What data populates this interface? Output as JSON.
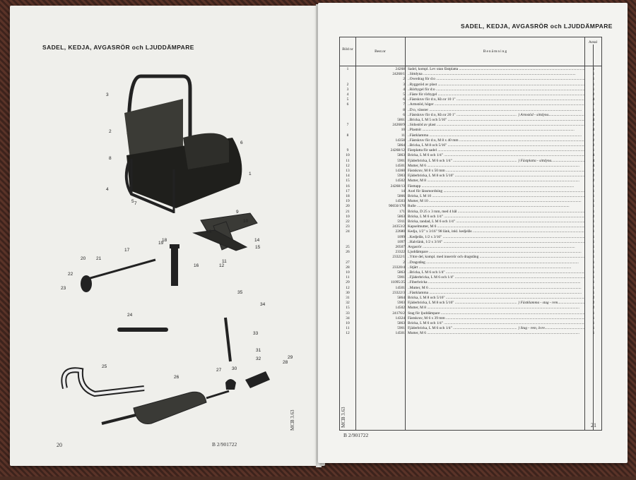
{
  "left_page": {
    "title": "SADEL, KEDJA, AVGASRÖR och LJUDDÄMPARE",
    "page_number": "20",
    "bottom_code": "B 2/901722",
    "side_code": "MCB 3.63",
    "callouts": [
      "1",
      "2",
      "3",
      "4",
      "5",
      "6",
      "7",
      "8",
      "9",
      "10",
      "11",
      "12",
      "13",
      "14",
      "15",
      "16",
      "17",
      "18",
      "19",
      "20",
      "21",
      "22",
      "23",
      "24",
      "25",
      "26",
      "27",
      "28",
      "29",
      "30",
      "31",
      "32",
      "33",
      "34",
      "35"
    ]
  },
  "right_page": {
    "title": "SADEL, KEDJA, AVGASRÖR och LJUDDÄMPARE",
    "page_number": "21",
    "bottom_code": "B 2/901722",
    "side_code": "MCB 3.63",
    "table": {
      "headers": {
        "fig": "Bild nr",
        "part": "Best.nr",
        "desc": "Benämning",
        "qty": "Antal"
      },
      "rows": [
        {
          "fig": "1",
          "part": "24268",
          "desc": "Sadel, kompl. Lev utan fästplatta",
          "qty": "1"
        },
        {
          "fig": "",
          "part": "24268/1",
          "desc": "..Sittdyna",
          "qty": "1"
        },
        {
          "fig": "",
          "part": "2",
          "desc": "..Överdrag för d:o",
          "qty": "1"
        },
        {
          "fig": "2",
          "part": "3",
          "desc": "..Ryggstöd av plast",
          "qty": "1"
        },
        {
          "fig": "3",
          "part": "4",
          "desc": "..Rörbygel för d:o",
          "qty": "1"
        },
        {
          "fig": "4",
          "part": "5",
          "desc": "..Fäste för rörbygel",
          "qty": "2"
        },
        {
          "fig": "5",
          "part": "6",
          "desc": "..Fästskruv för d:o, Kh nr 10 1\"",
          "qty": "4"
        },
        {
          "fig": "6",
          "part": "7",
          "desc": "..Armstöd, höger",
          "qty": "1"
        },
        {
          "fig": "",
          "part": "8",
          "desc": "..D:o, vänster",
          "qty": "1"
        },
        {
          "fig": "",
          "part": "6",
          "desc": "..Fästskruv för d:o, Kh nr 20 1\"",
          "qty": "4"
        },
        {
          "fig": "",
          "part": "5861",
          "desc": "..Bricka, L M 5 och 5/16\"",
          "qty": "4"
        },
        {
          "fig": "7",
          "part": "24268/9",
          "desc": "..Sidostöd av plast",
          "qty": "2"
        },
        {
          "fig": "",
          "part": "10",
          "desc": "..Plastnit",
          "qty": "4"
        },
        {
          "fig": "8",
          "part": "11",
          "desc": "..Fästklamma",
          "qty": "2"
        },
        {
          "fig": "",
          "part": "14358",
          "desc": "..Fästskruv för d:o, M 8 x 40 mm",
          "qty": "2"
        },
        {
          "fig": "",
          "part": "5864",
          "desc": "..Bricka, L M 8 och 5/16\"",
          "qty": "2"
        },
        {
          "fig": "9",
          "part": "24268/12",
          "desc": "Fästplatta för sadel",
          "qty": "1"
        },
        {
          "fig": "10",
          "part": "5863",
          "desc": "Bricka, L M 6 och 1/4\"",
          "qty": "4"
        },
        {
          "fig": "11",
          "part": "5901",
          "desc": "Fjäderbricka, L M 6 och 1/4\"",
          "qty": "4"
        },
        {
          "fig": "12",
          "part": "14501",
          "desc": "Mutter, M 6",
          "qty": "4"
        },
        {
          "fig": "13",
          "part": "14360",
          "desc": "Fästskruv, M 8 x 50 mm",
          "qty": "2"
        },
        {
          "fig": "14",
          "part": "5903",
          "desc": "Fjäderbricka, L M 8 och 5/16\"",
          "qty": "2"
        },
        {
          "fig": "15",
          "part": "14502",
          "desc": "Mutter, M 8",
          "qty": "2"
        },
        {
          "fig": "16",
          "part": "24268/13",
          "desc": "Fästtapp",
          "qty": "1"
        },
        {
          "fig": "17",
          "part": "14",
          "desc": "Axel för länsmordning",
          "qty": "1"
        },
        {
          "fig": "18",
          "part": "5866",
          "desc": "Bricka, L M 10",
          "qty": "1"
        },
        {
          "fig": "19",
          "part": "14503",
          "desc": "Mutter, M 10",
          "qty": "1"
        },
        {
          "fig": "20",
          "part": "90650/170",
          "desc": "Rulle",
          "qty": "1"
        },
        {
          "fig": "21",
          "part": "171",
          "desc": "Bricka, D 25 x 3 mm, med 4 hål",
          "qty": "1"
        },
        {
          "fig": "10",
          "part": "5863",
          "desc": "Bricka, L M 6 och 1/4\"",
          "qty": "2"
        },
        {
          "fig": "22",
          "part": "5911",
          "desc": "Bricka, tandad, L M 6 och 1/4\"",
          "qty": "1"
        },
        {
          "fig": "23",
          "part": "24353/2",
          "desc": "Kapselmutter, M 6",
          "qty": "1"
        },
        {
          "fig": "24",
          "part": "22680",
          "desc": "Kedja, 1/2\" x 3/16\" 98 länk, inkl. kedjelås",
          "qty": "1"
        },
        {
          "fig": "",
          "part": "1099",
          "desc": "..Kedjelås, 1/2 x 3/16\"",
          "qty": "1"
        },
        {
          "fig": "",
          "part": "1097",
          "desc": "..Halvlänk, 1/2 x 3/16\"",
          "qty": "1"
        },
        {
          "fig": "25",
          "part": "20507",
          "desc": "Avgasrör",
          "qty": "1"
        },
        {
          "fig": "26",
          "part": "23322",
          "desc": "Ljuddämpare",
          "qty": "1"
        },
        {
          "fig": "",
          "part": "23322/1",
          "desc": "..Yttre del, kompl. med innerrör och dragstång",
          "qty": "1"
        },
        {
          "fig": "27",
          "part": "2",
          "desc": "..Dragstång",
          "qty": "1"
        },
        {
          "fig": "28",
          "part": "23320/4",
          "desc": "..Stjärt",
          "qty": "1"
        },
        {
          "fig": "10",
          "part": "5863",
          "desc": "..Bricka, L M 6 och 1/4\"",
          "qty": "1"
        },
        {
          "fig": "11",
          "part": "5901",
          "desc": "..Fjäderbricka, L M 6 och 1/4\"",
          "qty": "1"
        },
        {
          "fig": "29",
          "part": "11095/25",
          "desc": "..Fiberbricka",
          "qty": "1"
        },
        {
          "fig": "12",
          "part": "14501",
          "desc": "..Mutter, M 6",
          "qty": "1"
        },
        {
          "fig": "30",
          "part": "23322/3",
          "desc": "..Fästklamma",
          "qty": "1"
        },
        {
          "fig": "31",
          "part": "5864",
          "desc": "Bricka, L M 8 och 5/16\"",
          "qty": "2"
        },
        {
          "fig": "32",
          "part": "5903",
          "desc": "Fjäderbricka, L M 8 och 5/16\"",
          "qty": "2"
        },
        {
          "fig": "15",
          "part": "14502",
          "desc": "Mutter, M 8",
          "qty": "2"
        },
        {
          "fig": "33",
          "part": "24176/2",
          "desc": "Stag för ljuddämpare",
          "qty": "1"
        },
        {
          "fig": "34",
          "part": "14324",
          "desc": "Fästskruv, M 6 x 39 mm",
          "qty": "1"
        },
        {
          "fig": "10",
          "part": "5863",
          "desc": "Bricka, L M 6 och 1/4\"",
          "qty": "1"
        },
        {
          "fig": "11",
          "part": "5901",
          "desc": "Fjäderbricka, L M 6 och 1/4\"",
          "qty": "1"
        },
        {
          "fig": "12",
          "part": "14501",
          "desc": "Mutter, M 6",
          "qty": "1"
        }
      ],
      "brackets": [
        {
          "label": "Armstöd - sittdyna",
          "row": 9
        },
        {
          "label": "Fästplatta - sittdyna",
          "row": 18
        },
        {
          "label": "Fästklamma - stag - rem",
          "row": 46
        },
        {
          "label": "Stag - rem, övre",
          "row": 51
        }
      ]
    }
  }
}
